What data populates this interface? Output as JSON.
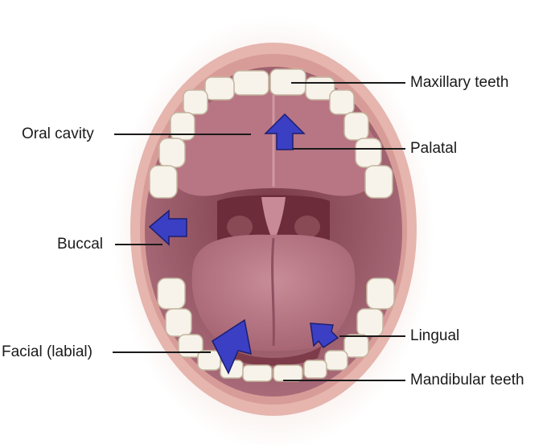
{
  "labels": {
    "maxillary_teeth": "Maxillary teeth",
    "oral_cavity": "Oral cavity",
    "palatal": "Palatal",
    "buccal": "Buccal",
    "lingual": "Lingual",
    "facial_labial": "Facial (labial)",
    "mandibular_teeth": "Mandibular teeth"
  },
  "colors": {
    "arrow_fill": "#3a3fc4",
    "lip": "#e5b5ae",
    "oral_tissue": "#a86a78",
    "tongue": "#b87a88",
    "teeth": "#f7f3ea",
    "skin_halo": "#f3e2dc"
  }
}
